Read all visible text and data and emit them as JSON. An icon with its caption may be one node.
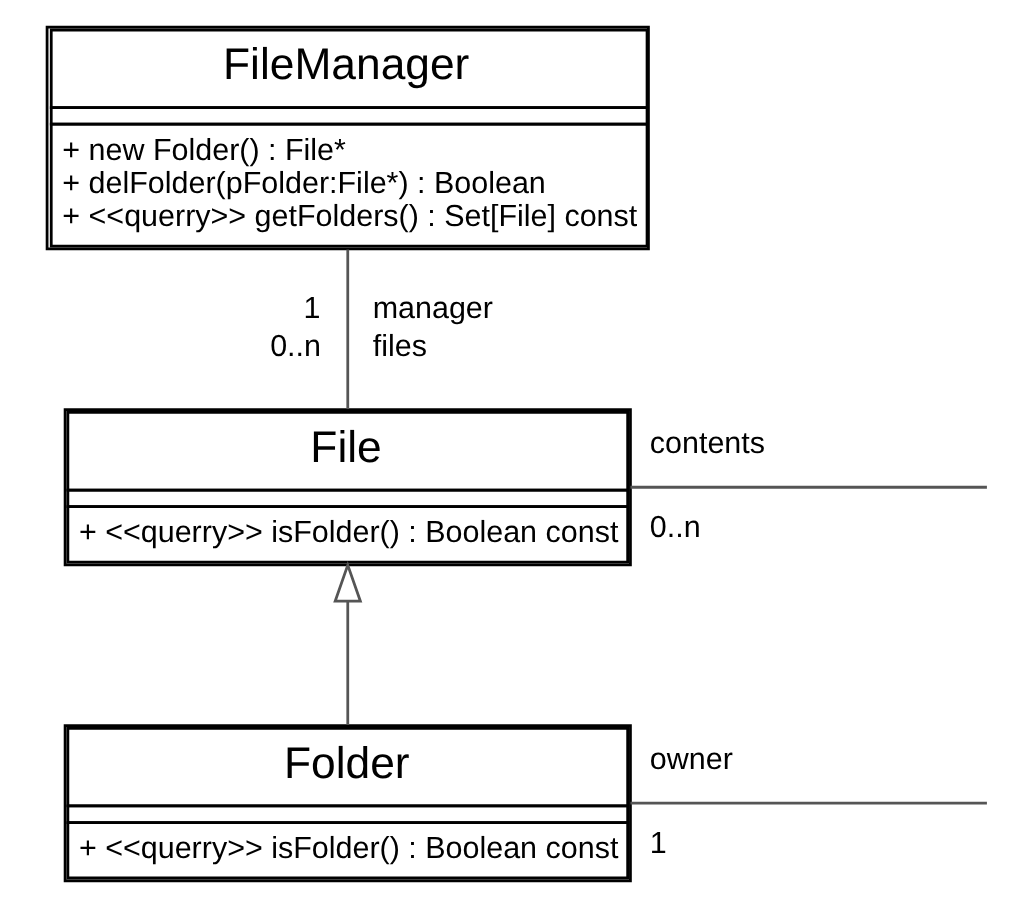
{
  "diagram": {
    "nodes": [
      {
        "text": [
          "FileManager",
          "+ new Folder() : File*",
          "+ delFolder(pFolder:File*) : Boolean",
          "+ <<querry>> getFolders() : Set[File] const"
        ]
      },
      {
        "text": [
          "File",
          "+ <<querry>> isFolder() : Boolean const"
        ]
      },
      {
        "text": [
          "Folder",
          "+ <<querry>> isFolder() : Boolean const"
        ]
      }
    ],
    "edges": [
      {
        "from": 0,
        "to": 1,
        "arrow": "none"
      },
      {
        "from": 2,
        "to": 1,
        "arrow": "to"
      },
      {
        "from": 1,
        "to": null,
        "arrow": "none"
      },
      {
        "from": 2,
        "to": null,
        "arrow": "none"
      }
    ],
    "labels": [
      "1",
      "manager",
      "0..n",
      "files",
      "contents",
      "0..n",
      "owner",
      "1"
    ]
  }
}
